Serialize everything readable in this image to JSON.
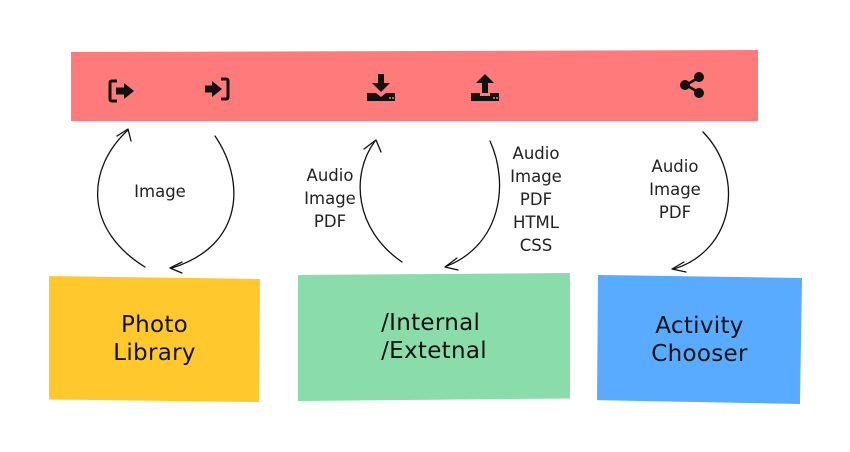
{
  "toolbar": {
    "color": "#ff7b7b",
    "icons": [
      "sign-out-icon",
      "sign-in-icon",
      "download-icon",
      "upload-icon",
      "share-icon"
    ]
  },
  "boxes": {
    "photo_library": {
      "label": "Photo\nLibrary",
      "color": "#ffc92e"
    },
    "files": {
      "label": "/Internal\n/Extetnal",
      "color": "#8adcaa"
    },
    "activity_chooser": {
      "label": "Activity\nChooser",
      "color": "#58abff"
    }
  },
  "labels": {
    "photo": "Image",
    "files_in": "Audio\nImage\nPDF",
    "files_out": "Audio\nImage\nPDF\nHTML\nCSS",
    "share": "Audio\nImage\nPDF"
  }
}
